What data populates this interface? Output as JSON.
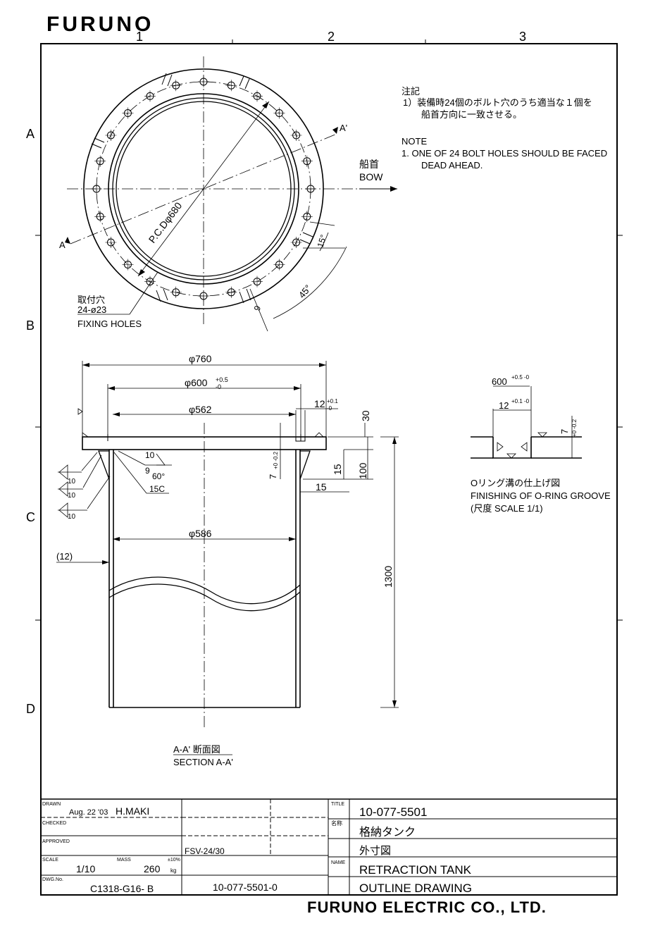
{
  "brand": {
    "logo_text": "FURUNO",
    "footer_company": "FURUNO ELECTRIC CO., LTD."
  },
  "grid": {
    "columns": [
      "1",
      "2",
      "3"
    ],
    "rows": [
      "A",
      "B",
      "C",
      "D"
    ]
  },
  "plan_view": {
    "pcd_label": "P.C.Dφ680",
    "section_mark_a": "A",
    "section_mark_a_prime": "A'",
    "bow_jp": "船首",
    "bow_en": "BOW",
    "fixing_holes_jp": "取付穴",
    "fixing_holes_size": "24-ø23",
    "fixing_holes_en": "FIXING HOLES",
    "angle_15": "15°",
    "angle_45": "45°",
    "dim_9": "9"
  },
  "notes": {
    "jp_heading": "注記",
    "jp_line1": "1）装備時24個のボルト穴のうち適当な１個を",
    "jp_line2": "船首方向に一致させる。",
    "en_heading": "NOTE",
    "en_line1": "1.   ONE OF 24 BOLT HOLES SHOULD BE FACED",
    "en_line2": "DEAD AHEAD."
  },
  "section_view": {
    "d760": "φ760",
    "d600": "φ600",
    "d600_tol_upper": "+0.5",
    "d600_tol_lower": "-0",
    "d562": "φ562",
    "d586": "φ586",
    "d12_groove": "12",
    "d12_tol_upper": "+0.1",
    "d12_tol_lower": "-0",
    "d30": "30",
    "d100": "100",
    "d15_vert": "15",
    "d15_horiz": "15",
    "d1300": "1300",
    "d7": "7",
    "d7_tol": "+0 -0.2",
    "weld_10": "10",
    "weld_9": "9",
    "weld_60": "60°",
    "chamfer": "15C",
    "fillet_10a": "10",
    "fillet_10b": "10",
    "fillet_10c": "10",
    "thickness_12": "(12)",
    "section_title_jp": "A-A' 断面図",
    "section_title_en": "SECTION A-A'"
  },
  "oring": {
    "d600": "600",
    "d600_tol": "+0.5 -0",
    "d12": "12",
    "d12_tol": "+0.1 -0",
    "d7": "7",
    "d7_tol": "+0 -0.2",
    "caption_jp": "Oリング溝の仕上げ図",
    "caption_en": "FINISHING OF O-RING GROOVE",
    "scale": "(尺度 SCALE 1/1)"
  },
  "title_block": {
    "drawn_label": "DRAWN",
    "drawn_date": "Aug. 22 '03",
    "drawn_by": "H.MAKI",
    "checked_label": "CHECKED",
    "approved_label": "APPROVED",
    "model": "FSV-24/30",
    "scale_label": "SCALE",
    "scale_value": "1/10",
    "mass_label": "MASS",
    "mass_value": "260",
    "mass_tol": "±10%",
    "mass_unit": "kg",
    "dwg_label": "DWG.No.",
    "dwg_no": "C1318-G16- B",
    "ref_no": "10-077-5501-0",
    "title_label": "TITLE",
    "title_no": "10-077-5501",
    "name_jp_label": "名称",
    "name_jp_1": "格納タンク",
    "name_jp_2": "外寸図",
    "name_label": "NAME",
    "name_en_1": "RETRACTION TANK",
    "name_en_2": "OUTLINE DRAWING"
  }
}
